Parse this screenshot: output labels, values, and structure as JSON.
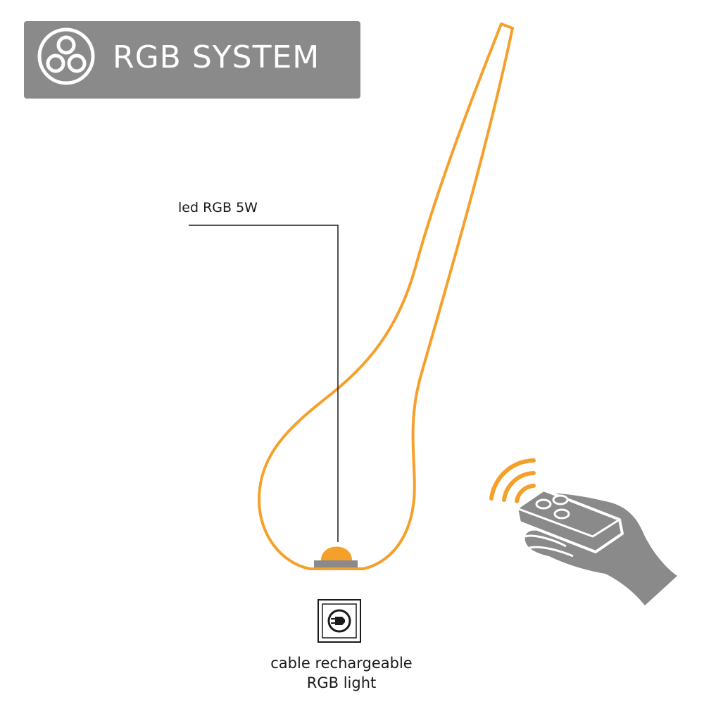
{
  "banner": {
    "title": "RGB SYSTEM",
    "icon": "rgb-circles-icon",
    "background": "#8a8a8b",
    "text_color": "#ffffff"
  },
  "callout": {
    "led_label": "led RGB 5W"
  },
  "lamp": {
    "outline_color": "#f5a02a",
    "led_color": "#f5a02a",
    "base_color": "#8a8a8b"
  },
  "charging": {
    "icon": "plug-icon",
    "caption_line1": "cable rechargeable",
    "caption_line2": "RGB light"
  },
  "remote": {
    "hand_icon": "hand-remote-icon",
    "signal_icon": "wireless-signal-icon",
    "hand_color": "#8a8a8b",
    "signal_color": "#f5a02a"
  }
}
